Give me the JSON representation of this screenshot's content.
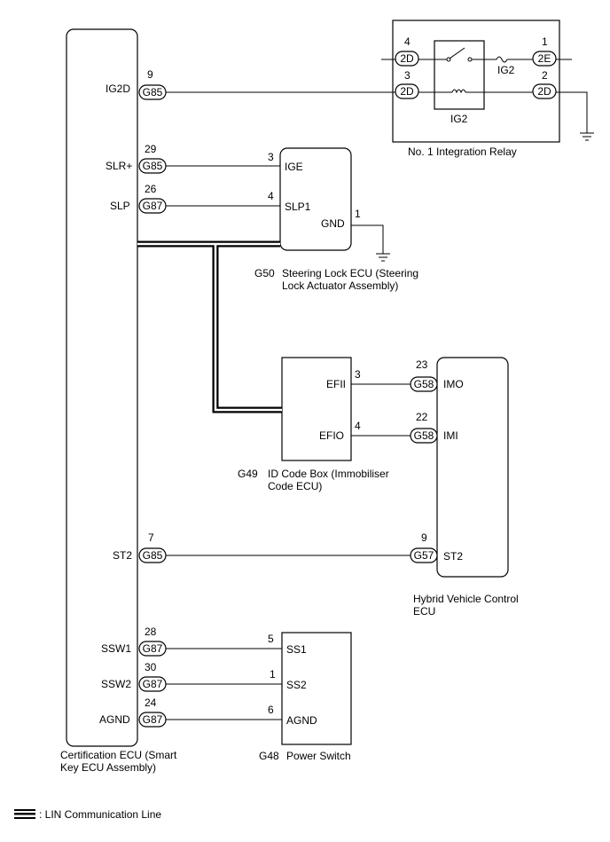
{
  "colors": {
    "line": "#000000",
    "background": "#ffffff"
  },
  "certification_ecu": {
    "caption_line1": "Certification ECU (Smart",
    "caption_line2": "Key ECU Assembly)",
    "pins": {
      "ig2d": {
        "label": "IG2D",
        "num": "9",
        "conn": "G85"
      },
      "slrp": {
        "label": "SLR+",
        "num": "29",
        "conn": "G85"
      },
      "slp": {
        "label": "SLP",
        "num": "26",
        "conn": "G87"
      },
      "st2": {
        "label": "ST2",
        "num": "7",
        "conn": "G85"
      },
      "ssw1": {
        "label": "SSW1",
        "num": "28",
        "conn": "G87"
      },
      "ssw2": {
        "label": "SSW2",
        "num": "30",
        "conn": "G87"
      },
      "agnd": {
        "label": "AGND",
        "num": "24",
        "conn": "G87"
      }
    }
  },
  "integration_relay": {
    "caption": "No. 1 Integration Relay",
    "relay_label": "IG2",
    "fuse_label": "IG2",
    "pins": {
      "p4": {
        "num": "4",
        "conn": "2D"
      },
      "p3": {
        "num": "3",
        "conn": "2D"
      },
      "p1": {
        "num": "1",
        "conn": "2E"
      },
      "p2": {
        "num": "2",
        "conn": "2D"
      }
    }
  },
  "steering_lock": {
    "code": "G50",
    "caption_line1": "Steering Lock ECU (Steering",
    "caption_line2": "Lock Actuator Assembly)",
    "pins": {
      "ige": {
        "label": "IGE",
        "num": "3"
      },
      "slp1": {
        "label": "SLP1",
        "num": "4"
      },
      "gnd": {
        "label": "GND",
        "num": "1"
      }
    }
  },
  "id_code_box": {
    "code": "G49",
    "caption_line1": "ID Code Box (Immobiliser",
    "caption_line2": "Code ECU)",
    "pins": {
      "efii": {
        "label": "EFII",
        "num": "3"
      },
      "efio": {
        "label": "EFIO",
        "num": "4"
      }
    }
  },
  "hybrid_ecu": {
    "caption_line1": "Hybrid Vehicle Control",
    "caption_line2": "ECU",
    "pins": {
      "imo": {
        "label": "IMO",
        "num": "23",
        "conn": "G58"
      },
      "imi": {
        "label": "IMI",
        "num": "22",
        "conn": "G58"
      },
      "st2": {
        "label": "ST2",
        "num": "9",
        "conn": "G57"
      }
    }
  },
  "power_switch": {
    "code": "G48",
    "caption": "Power Switch",
    "pins": {
      "ss1": {
        "label": "SS1",
        "num": "5"
      },
      "ss2": {
        "label": "SS2",
        "num": "1"
      },
      "agnd": {
        "label": "AGND",
        "num": "6"
      }
    }
  },
  "legend": {
    "text": ": LIN Communication Line"
  }
}
